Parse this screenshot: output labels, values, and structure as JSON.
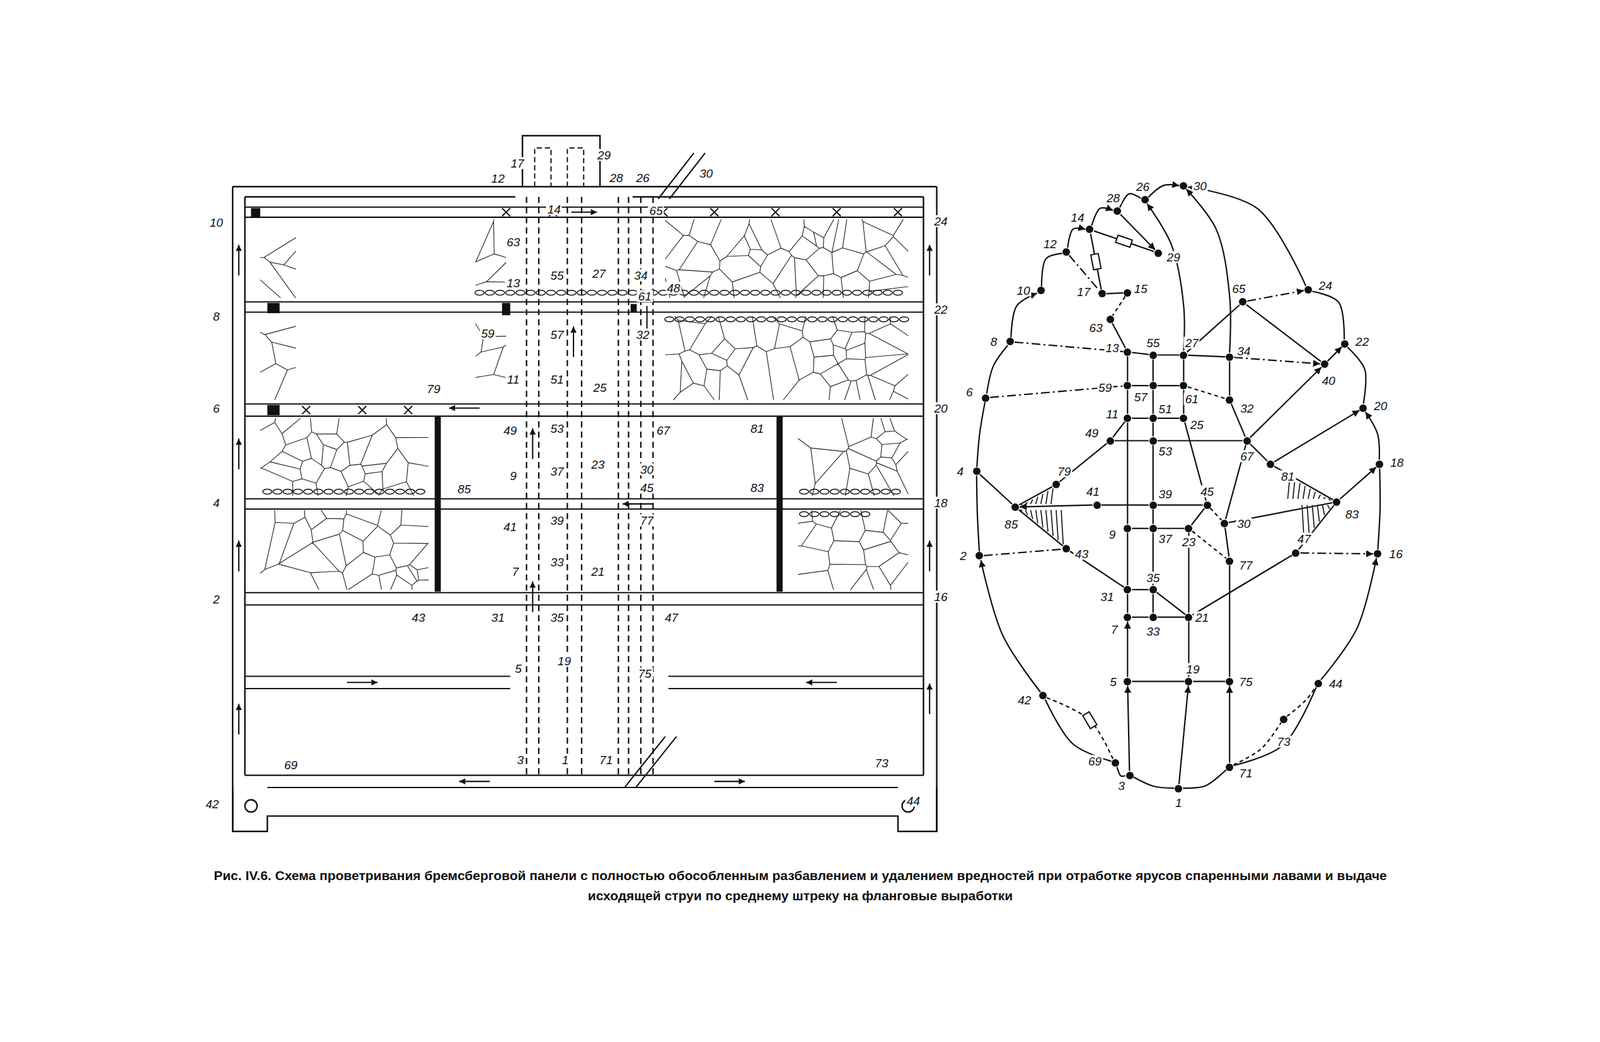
{
  "diagram": {
    "caption": "Рис. IV.6. Схема проветривания бремсберговой панели с полностью обособленным разбавлением и удалением вредностей при отработке ярусов спаренными лавами и выдаче исходящей струи по среднему штреку на фланговые выработки",
    "nodes": [
      {
        "text": [
          "30"
        ]
      },
      {
        "text": [
          "26"
        ]
      },
      {
        "text": [
          "28"
        ]
      },
      {
        "text": [
          "14"
        ]
      },
      {
        "text": [
          "12"
        ]
      },
      {
        "text": [
          "10"
        ]
      },
      {
        "text": [
          "8"
        ]
      },
      {
        "text": [
          "6"
        ]
      },
      {
        "text": [
          "4"
        ]
      },
      {
        "text": [
          "2"
        ]
      },
      {
        "text": [
          "42"
        ]
      },
      {
        "text": [
          "69"
        ]
      },
      {
        "text": [
          "3"
        ]
      },
      {
        "text": [
          "1"
        ]
      },
      {
        "text": [
          "71"
        ]
      },
      {
        "text": [
          "73"
        ]
      },
      {
        "text": [
          "44"
        ]
      },
      {
        "text": [
          "16"
        ]
      },
      {
        "text": [
          "18"
        ]
      },
      {
        "text": [
          "20"
        ]
      },
      {
        "text": [
          "22"
        ]
      },
      {
        "text": [
          "24"
        ]
      },
      {
        "text": [
          "65"
        ]
      },
      {
        "text": [
          "40"
        ]
      },
      {
        "text": [
          "29"
        ]
      },
      {
        "text": [
          "17"
        ]
      },
      {
        "text": [
          "15"
        ]
      },
      {
        "text": [
          "63"
        ]
      },
      {
        "text": [
          "13"
        ]
      },
      {
        "text": [
          "55"
        ]
      },
      {
        "text": [
          "27"
        ]
      },
      {
        "text": [
          "34"
        ]
      },
      {
        "text": [
          "59"
        ]
      },
      {
        "text": [
          "57"
        ]
      },
      {
        "text": [
          "61"
        ]
      },
      {
        "text": [
          "32"
        ]
      },
      {
        "text": [
          "11"
        ]
      },
      {
        "text": [
          "51"
        ]
      },
      {
        "text": [
          "25"
        ]
      },
      {
        "text": [
          "49"
        ]
      },
      {
        "text": [
          "53"
        ]
      },
      {
        "text": [
          "67"
        ]
      },
      {
        "text": [
          "79"
        ]
      },
      {
        "text": [
          "81"
        ]
      },
      {
        "text": [
          "85"
        ]
      },
      {
        "text": [
          "83"
        ]
      },
      {
        "text": [
          "41"
        ]
      },
      {
        "text": [
          "39"
        ]
      },
      {
        "text": [
          "45"
        ]
      },
      {
        "text": [
          "9"
        ]
      },
      {
        "text": [
          "37"
        ]
      },
      {
        "text": [
          "23"
        ]
      },
      {
        "text": [
          "30"
        ]
      },
      {
        "text": [
          "77"
        ]
      },
      {
        "text": [
          "47"
        ]
      },
      {
        "text": [
          "43"
        ]
      },
      {
        "text": [
          "31"
        ]
      },
      {
        "text": [
          "35"
        ]
      },
      {
        "text": [
          "7"
        ]
      },
      {
        "text": [
          "33"
        ]
      },
      {
        "text": [
          "21"
        ]
      },
      {
        "text": [
          "5"
        ]
      },
      {
        "text": [
          "19"
        ]
      },
      {
        "text": [
          "75"
        ]
      }
    ],
    "edges": [
      {
        "from": 13,
        "to": 12,
        "arrow": "none"
      },
      {
        "from": 12,
        "to": 11,
        "arrow": "none"
      },
      {
        "from": 11,
        "to": 10,
        "arrow": "none"
      },
      {
        "from": 10,
        "to": 9,
        "arrow": "to"
      },
      {
        "from": 9,
        "to": 8,
        "arrow": "none"
      },
      {
        "from": 8,
        "to": 7,
        "arrow": "none"
      },
      {
        "from": 7,
        "to": 6,
        "arrow": "none"
      },
      {
        "from": 6,
        "to": 5,
        "arrow": "to"
      },
      {
        "from": 5,
        "to": 4,
        "arrow": "none"
      },
      {
        "from": 4,
        "to": 3,
        "arrow": "to"
      },
      {
        "from": 3,
        "to": 2,
        "arrow": "to"
      },
      {
        "from": 2,
        "to": 1,
        "arrow": "none"
      },
      {
        "from": 1,
        "to": 0,
        "arrow": "to"
      },
      {
        "from": 13,
        "to": 14,
        "arrow": "none"
      },
      {
        "from": 14,
        "to": 16,
        "arrow": "none"
      },
      {
        "from": 16,
        "to": 17,
        "arrow": "to"
      },
      {
        "from": 17,
        "to": 18,
        "arrow": "none"
      },
      {
        "from": 18,
        "to": 19,
        "arrow": "to"
      },
      {
        "from": 19,
        "to": 20,
        "arrow": "none"
      },
      {
        "from": 20,
        "to": 21,
        "arrow": "none"
      },
      {
        "from": 21,
        "to": 0,
        "arrow": "to"
      },
      {
        "from": 10,
        "to": 11,
        "arrow": "none"
      },
      {
        "from": 14,
        "to": 15,
        "arrow": "none"
      },
      {
        "from": 15,
        "to": 16,
        "arrow": "none"
      },
      {
        "from": 12,
        "to": 61,
        "arrow": "to"
      },
      {
        "from": 61,
        "to": 58,
        "arrow": "to"
      },
      {
        "from": 58,
        "to": 56,
        "arrow": "none"
      },
      {
        "from": 56,
        "to": 49,
        "arrow": "none"
      },
      {
        "from": 49,
        "to": 36,
        "arrow": "none"
      },
      {
        "from": 36,
        "to": 32,
        "arrow": "none"
      },
      {
        "from": 32,
        "to": 28,
        "arrow": "none"
      },
      {
        "from": 59,
        "to": 57,
        "arrow": "none"
      },
      {
        "from": 57,
        "to": 50,
        "arrow": "none"
      },
      {
        "from": 50,
        "to": 47,
        "arrow": "none"
      },
      {
        "from": 47,
        "to": 40,
        "arrow": "none"
      },
      {
        "from": 40,
        "to": 37,
        "arrow": "none"
      },
      {
        "from": 37,
        "to": 33,
        "arrow": "none"
      },
      {
        "from": 33,
        "to": 29,
        "arrow": "none"
      },
      {
        "from": 13,
        "to": 62,
        "arrow": "to"
      },
      {
        "from": 62,
        "to": 60,
        "arrow": "none"
      },
      {
        "from": 60,
        "to": 51,
        "arrow": "none"
      },
      {
        "from": 51,
        "to": 48,
        "arrow": "none"
      },
      {
        "from": 48,
        "to": 38,
        "arrow": "none"
      },
      {
        "from": 38,
        "to": 34,
        "arrow": "none"
      },
      {
        "from": 34,
        "to": 30,
        "arrow": "none"
      },
      {
        "from": 30,
        "to": 1,
        "arrow": "to"
      },
      {
        "from": 14,
        "to": 63,
        "arrow": "to"
      },
      {
        "from": 63,
        "to": 53,
        "arrow": "none"
      },
      {
        "from": 53,
        "to": 52,
        "arrow": "none"
      },
      {
        "from": 52,
        "to": 41,
        "arrow": "none"
      },
      {
        "from": 41,
        "to": 35,
        "arrow": "none"
      },
      {
        "from": 35,
        "to": 31,
        "arrow": "none"
      },
      {
        "from": 31,
        "to": 0,
        "arrow": "to"
      },
      {
        "from": 3,
        "to": 25,
        "arrow": "none"
      },
      {
        "from": 25,
        "to": 26,
        "arrow": "none"
      },
      {
        "from": 3,
        "to": 24,
        "arrow": "none"
      },
      {
        "from": 2,
        "to": 24,
        "arrow": "to"
      },
      {
        "from": 26,
        "to": 27,
        "arrow": "none"
      },
      {
        "from": 27,
        "to": 28,
        "arrow": "none"
      },
      {
        "from": 4,
        "to": 25,
        "arrow": "none"
      },
      {
        "from": 6,
        "to": 28,
        "arrow": "none"
      },
      {
        "from": 28,
        "to": 29,
        "arrow": "none"
      },
      {
        "from": 29,
        "to": 30,
        "arrow": "none"
      },
      {
        "from": 30,
        "to": 31,
        "arrow": "none"
      },
      {
        "from": 31,
        "to": 23,
        "arrow": "to"
      },
      {
        "from": 22,
        "to": 21,
        "arrow": "to"
      },
      {
        "from": 30,
        "to": 22,
        "arrow": "none"
      },
      {
        "from": 22,
        "to": 23,
        "arrow": "none"
      },
      {
        "from": 23,
        "to": 20,
        "arrow": "to"
      },
      {
        "from": 7,
        "to": 32,
        "arrow": "none"
      },
      {
        "from": 32,
        "to": 33,
        "arrow": "none"
      },
      {
        "from": 33,
        "to": 34,
        "arrow": "none"
      },
      {
        "from": 34,
        "to": 35,
        "arrow": "none"
      },
      {
        "from": 39,
        "to": 36,
        "arrow": "none"
      },
      {
        "from": 36,
        "to": 37,
        "arrow": "none"
      },
      {
        "from": 37,
        "to": 38,
        "arrow": "none"
      },
      {
        "from": 42,
        "to": 39,
        "arrow": "none"
      },
      {
        "from": 39,
        "to": 40,
        "arrow": "none"
      },
      {
        "from": 40,
        "to": 41,
        "arrow": "none"
      },
      {
        "from": 41,
        "to": 23,
        "arrow": "to"
      },
      {
        "from": 41,
        "to": 43,
        "arrow": "none"
      },
      {
        "from": 43,
        "to": 45,
        "arrow": "none"
      },
      {
        "from": 43,
        "to": 19,
        "arrow": "to"
      },
      {
        "from": 45,
        "to": 18,
        "arrow": "to"
      },
      {
        "from": 8,
        "to": 44,
        "arrow": "none"
      },
      {
        "from": 42,
        "to": 44,
        "arrow": "none"
      },
      {
        "from": 46,
        "to": 44,
        "arrow": "to"
      },
      {
        "from": 46,
        "to": 47,
        "arrow": "none"
      },
      {
        "from": 47,
        "to": 48,
        "arrow": "none"
      },
      {
        "from": 48,
        "to": 52,
        "arrow": "none"
      },
      {
        "from": 52,
        "to": 45,
        "arrow": "none"
      },
      {
        "from": 44,
        "to": 55,
        "arrow": "none"
      },
      {
        "from": 9,
        "to": 55,
        "arrow": "none"
      },
      {
        "from": 55,
        "to": 56,
        "arrow": "none"
      },
      {
        "from": 56,
        "to": 57,
        "arrow": "none"
      },
      {
        "from": 57,
        "to": 60,
        "arrow": "none"
      },
      {
        "from": 60,
        "to": 54,
        "arrow": "none"
      },
      {
        "from": 54,
        "to": 17,
        "arrow": "to"
      },
      {
        "from": 54,
        "to": 45,
        "arrow": "none"
      },
      {
        "from": 49,
        "to": 50,
        "arrow": "none"
      },
      {
        "from": 50,
        "to": 51,
        "arrow": "none"
      },
      {
        "from": 51,
        "to": 53,
        "arrow": "none"
      },
      {
        "from": 58,
        "to": 59,
        "arrow": "none"
      },
      {
        "from": 59,
        "to": 60,
        "arrow": "none"
      },
      {
        "from": 61,
        "to": 62,
        "arrow": "none"
      },
      {
        "from": 62,
        "to": 63,
        "arrow": "none"
      }
    ],
    "labels": [
      "10",
      "8",
      "6",
      "4",
      "2",
      "42",
      "12",
      "17",
      "29",
      "28",
      "26",
      "30",
      "14",
      "65",
      "24",
      "63",
      "13",
      "55",
      "27",
      "34",
      "61",
      "48",
      "22",
      "59",
      "57",
      "32",
      "79",
      "11",
      "51",
      "25",
      "20",
      "49",
      "53",
      "67",
      "81",
      "23",
      "30",
      "9",
      "37",
      "85",
      "45",
      "83",
      "18",
      "41",
      "39",
      "77",
      "7",
      "33",
      "21",
      "16",
      "43",
      "31",
      "35",
      "47",
      "19",
      "5",
      "75",
      "3",
      "1",
      "71",
      "73",
      "69",
      "44"
    ]
  }
}
